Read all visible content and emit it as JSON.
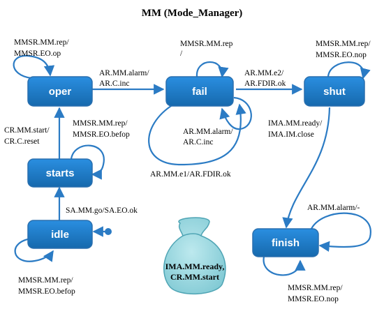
{
  "title": "MM (Mode_Manager)",
  "colors": {
    "state_fill": "#1d7fcc",
    "state_fill_dark": "#1669ad",
    "edge": "#2b7bc4",
    "bag_fill": "#8fd3dc",
    "bag_stroke": "#4ea4b4"
  },
  "states": {
    "oper": "oper",
    "fail": "fail",
    "shut": "shut",
    "starts": "starts",
    "idle": "idle",
    "finish": "finish"
  },
  "transitions": {
    "oper_self": [
      "MMSR.MM.rep/",
      "MMSR.EO.op"
    ],
    "fail_self_top": [
      "MMSR.MM.rep",
      "/"
    ],
    "shut_self": [
      "MMSR.MM.rep/",
      "MMSR.EO.nop"
    ],
    "oper_to_fail": [
      "AR.MM.alarm/",
      "AR.C.inc"
    ],
    "fail_to_shut": [
      "AR.MM.e2/",
      "AR.FDIR.ok"
    ],
    "fail_self_bottom": [
      "AR.MM.alarm/",
      "AR.C.inc"
    ],
    "fail_self_large": "AR.MM.e1/AR.FDIR.ok",
    "starts_to_oper": [
      "CR.MM.start/",
      "CR.C.reset"
    ],
    "starts_self": [
      "MMSR.MM.rep/",
      "MMSR.EO.befop"
    ],
    "idle_to_starts": "SA.MM.go/SA.EO.ok",
    "idle_self": [
      "MMSR.MM.rep/",
      "MMSR.EO.befop"
    ],
    "shut_to_finish": [
      "IMA.MM.ready/",
      "IMA.IM.close"
    ],
    "finish_self_top": "AR.MM.alarm/-",
    "finish_self_bottom": [
      "MMSR.MM.rep/",
      "MMSR.EO.nop"
    ]
  },
  "bag_label": [
    "IMA.MM.ready,",
    "CR.MM.start"
  ]
}
